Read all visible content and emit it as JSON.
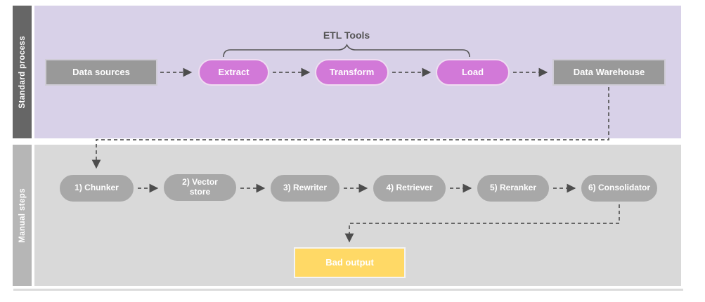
{
  "lanes": [
    {
      "label": "Standard process"
    },
    {
      "label": "Manual steps"
    }
  ],
  "group_label": "ETL Tools",
  "standard_process": {
    "data_sources": "Data sources",
    "extract": "Extract",
    "transform": "Transform",
    "load": "Load",
    "data_warehouse": "Data Warehouse"
  },
  "manual_steps": {
    "chunker": "1) Chunker",
    "vector_store": "2) Vector store",
    "rewriter": "3) Rewriter",
    "retriever": "4) Retriever",
    "reranker": "5) Reranker",
    "consolidator": "6) Consolidator",
    "bad_output": "Bad output"
  },
  "colors": {
    "standard_lane_bg": "#d8d1e8",
    "standard_strip_bg": "#666666",
    "manual_lane_bg": "#d9d9d9",
    "manual_strip_bg": "#b6b6b6",
    "etl_pill": "#d279d8",
    "gray_node": "#999999",
    "manual_pill": "#a8a8a8",
    "bad_output_bg": "#ffd966",
    "connector": "#555555",
    "text_on_nodes": "#ffffff"
  }
}
